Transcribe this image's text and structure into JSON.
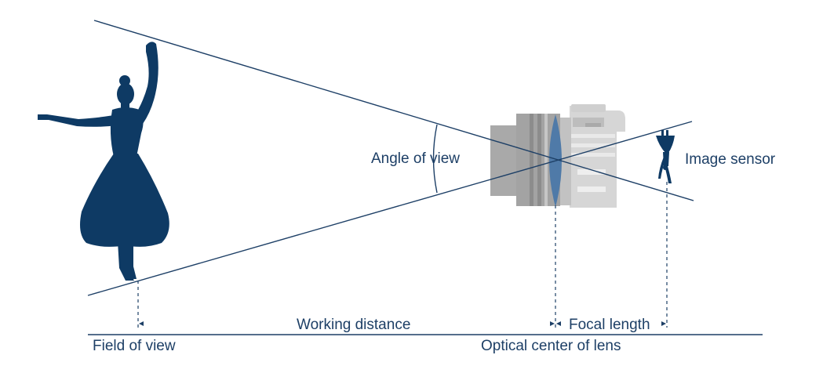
{
  "diagram": {
    "labels": {
      "angle_of_view": "Angle of view",
      "image_sensor": "Image sensor",
      "working_distance": "Working distance",
      "focal_length": "Focal length",
      "field_of_view": "Field of view",
      "optical_center": "Optical center of lens"
    },
    "colors": {
      "line": "#1d3f66",
      "silhouette": "#0e3a64",
      "lens": "#4f7aa8",
      "camera_dark": "#8c8c8c",
      "camera_mid": "#a9a9a9",
      "camera_light": "#c9c9c9",
      "camera_pale": "#dcdcdc"
    },
    "icons": [
      "ballerina-silhouette",
      "camera-icon",
      "lens-icon",
      "inverted-ballerina-image"
    ]
  }
}
